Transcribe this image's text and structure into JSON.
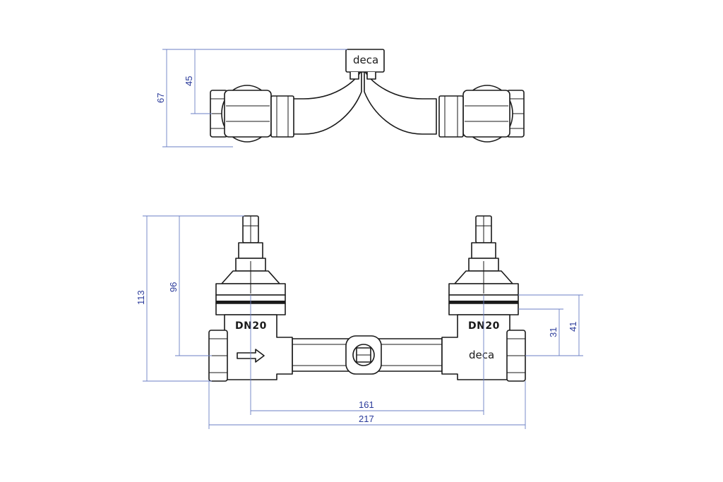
{
  "brand": {
    "logo_text": "deca"
  },
  "labels": {
    "nominal_diameter": "DN20"
  },
  "dimensions": {
    "top_overall_height": "67",
    "top_pipe_offset": "45",
    "front_overall_height": "113",
    "front_center_height": "96",
    "right_upper_height": "41",
    "right_lower_height": "31",
    "center_distance": "161",
    "overall_width": "217"
  },
  "colors": {
    "outline": "#1a1a1a",
    "dimension_line": "#6b7fc4",
    "dimension_text": "#2a3a9a",
    "background": "#ffffff"
  }
}
